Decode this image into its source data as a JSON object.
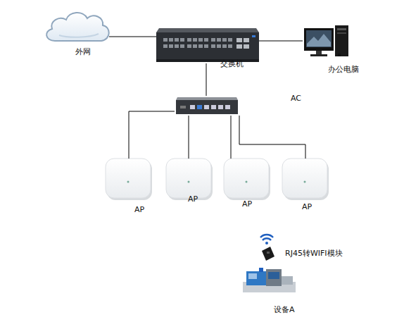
{
  "diagram": {
    "nodes": [
      {
        "text": [
          "外网"
        ]
      },
      {
        "text": [
          "交换机"
        ]
      },
      {
        "text": [
          "办公电脑"
        ]
      },
      {
        "text": [
          "AC"
        ]
      },
      {
        "text": [
          "AP"
        ]
      },
      {
        "text": [
          "AP"
        ]
      },
      {
        "text": [
          "AP"
        ]
      },
      {
        "text": [
          "AP"
        ]
      },
      {
        "text": [
          "RJ45转WIFI模块"
        ]
      },
      {
        "text": [
          "设备A"
        ]
      }
    ],
    "edges": [
      {
        "from": 0,
        "to": 1,
        "arrow": "none"
      },
      {
        "from": 1,
        "to": 2,
        "arrow": "none"
      },
      {
        "from": 1,
        "to": 3,
        "arrow": "none"
      },
      {
        "from": 3,
        "to": 4,
        "arrow": "none"
      },
      {
        "from": 3,
        "to": 5,
        "arrow": "none"
      },
      {
        "from": 3,
        "to": 6,
        "arrow": "none"
      },
      {
        "from": 3,
        "to": 7,
        "arrow": "none"
      }
    ]
  }
}
